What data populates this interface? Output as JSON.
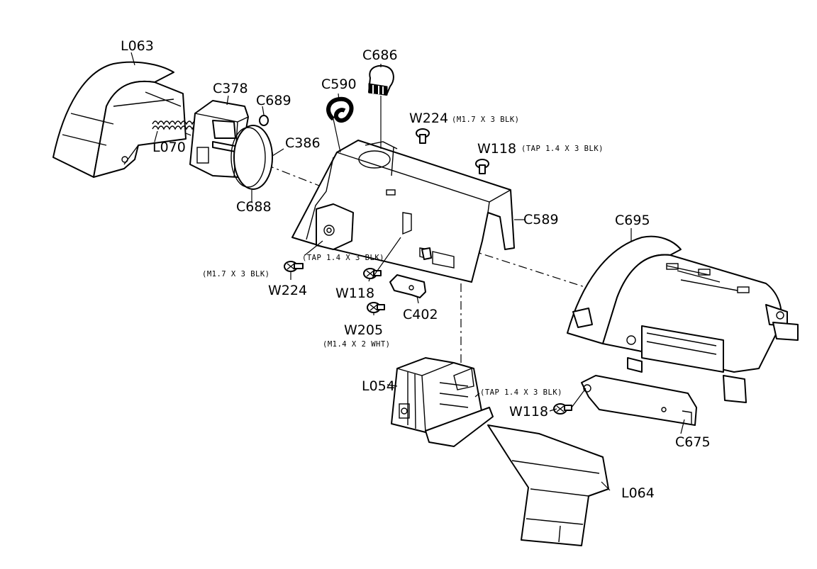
{
  "labels": {
    "L063": "L063",
    "C378": "C378",
    "C689": "C689",
    "L070": "L070",
    "C386": "C386",
    "C688": "C688",
    "C590": "C590",
    "C686": "C686",
    "W224_top": "W224",
    "W224_top_spec": "(M1.7 X 3 BLK)",
    "W118_top": "W118",
    "W118_top_spec": "(TAP 1.4 X 3 BLK)",
    "C589": "C589",
    "C695": "C695",
    "mid_tap_spec": "(TAP 1.4 X 3 BLK)",
    "W224_mid_spec": "(M1.7 X 3 BLK)",
    "W224_mid": "W224",
    "W118_mid": "W118",
    "C402": "C402",
    "W205": "W205",
    "W205_spec": "(M1.4 X 2 WHT)",
    "L054": "L054",
    "W118_low_spec": "(TAP 1.4 X 3 BLK)",
    "W118_low": "W118",
    "C675": "C675",
    "L064": "L064"
  }
}
